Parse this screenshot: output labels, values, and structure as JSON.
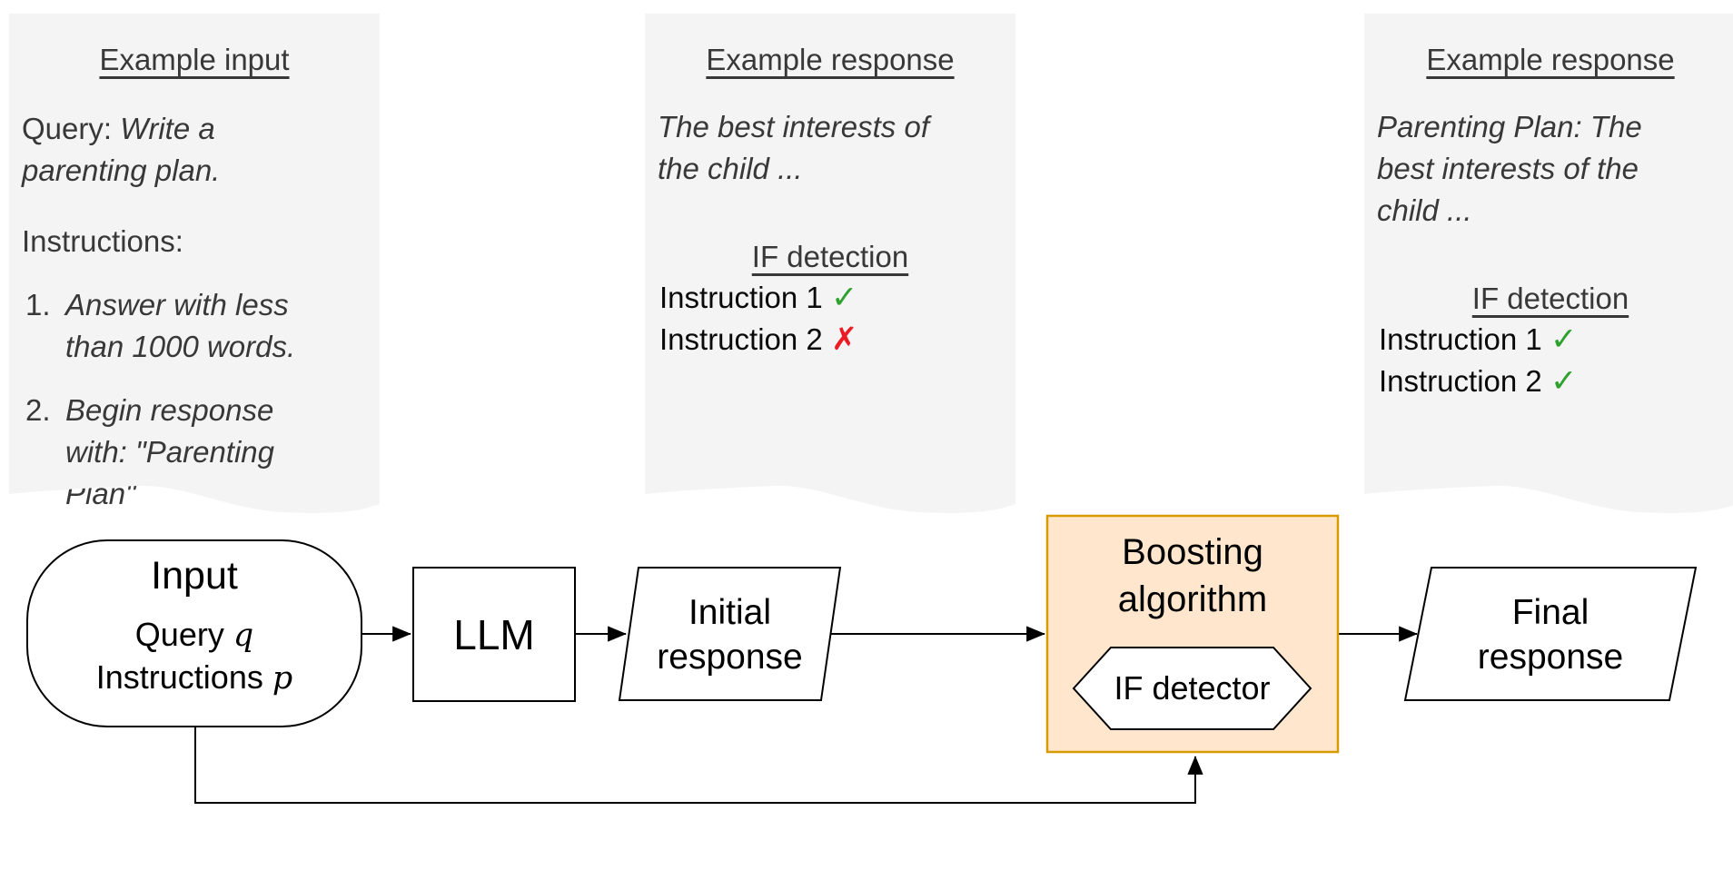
{
  "colors": {
    "panel_bg": "#F4F4F4",
    "panel_text": "#383838",
    "row_text": "#0A0A0A",
    "boost_fill": "#FFE6CC",
    "boost_stroke": "#D79B00",
    "node_stroke": "#000000",
    "check_green": "#2EA12E",
    "cross_red": "#EC1C24"
  },
  "panels": [
    {
      "heading": "Example input",
      "query_label": "Query:",
      "query_text": "Write a parenting plan.",
      "instructions_label": "Instructions:",
      "items": [
        {
          "num": "1.",
          "text": "Answer with less than 1000 words."
        },
        {
          "num": "2.",
          "text": "Begin response with: \"Parenting Plan\""
        }
      ]
    },
    {
      "heading": "Example response",
      "body": "The best interests of the child ...",
      "subheading": "IF detection",
      "rows": [
        {
          "label": "Instruction 1",
          "mark": "✓",
          "status": "pass"
        },
        {
          "label": "Instruction 2",
          "mark": "✗",
          "status": "fail"
        }
      ]
    },
    {
      "heading": "Example response",
      "body": "Parenting Plan: The best interests of the child ...",
      "subheading": "IF detection",
      "rows": [
        {
          "label": "Instruction 1",
          "mark": "✓",
          "status": "pass"
        },
        {
          "label": "Instruction 2",
          "mark": "✓",
          "status": "pass"
        }
      ]
    }
  ],
  "flowchart": {
    "input": {
      "title": "Input",
      "line1_label": "Query ",
      "line1_var": "q",
      "line2_label": "Instructions ",
      "line2_var": "p"
    },
    "llm": {
      "label": "LLM"
    },
    "initial_response": {
      "label": "Initial response"
    },
    "boosting": {
      "title": "Boosting algorithm",
      "detector": "IF detector"
    },
    "final_response": {
      "label": "Final response"
    }
  }
}
